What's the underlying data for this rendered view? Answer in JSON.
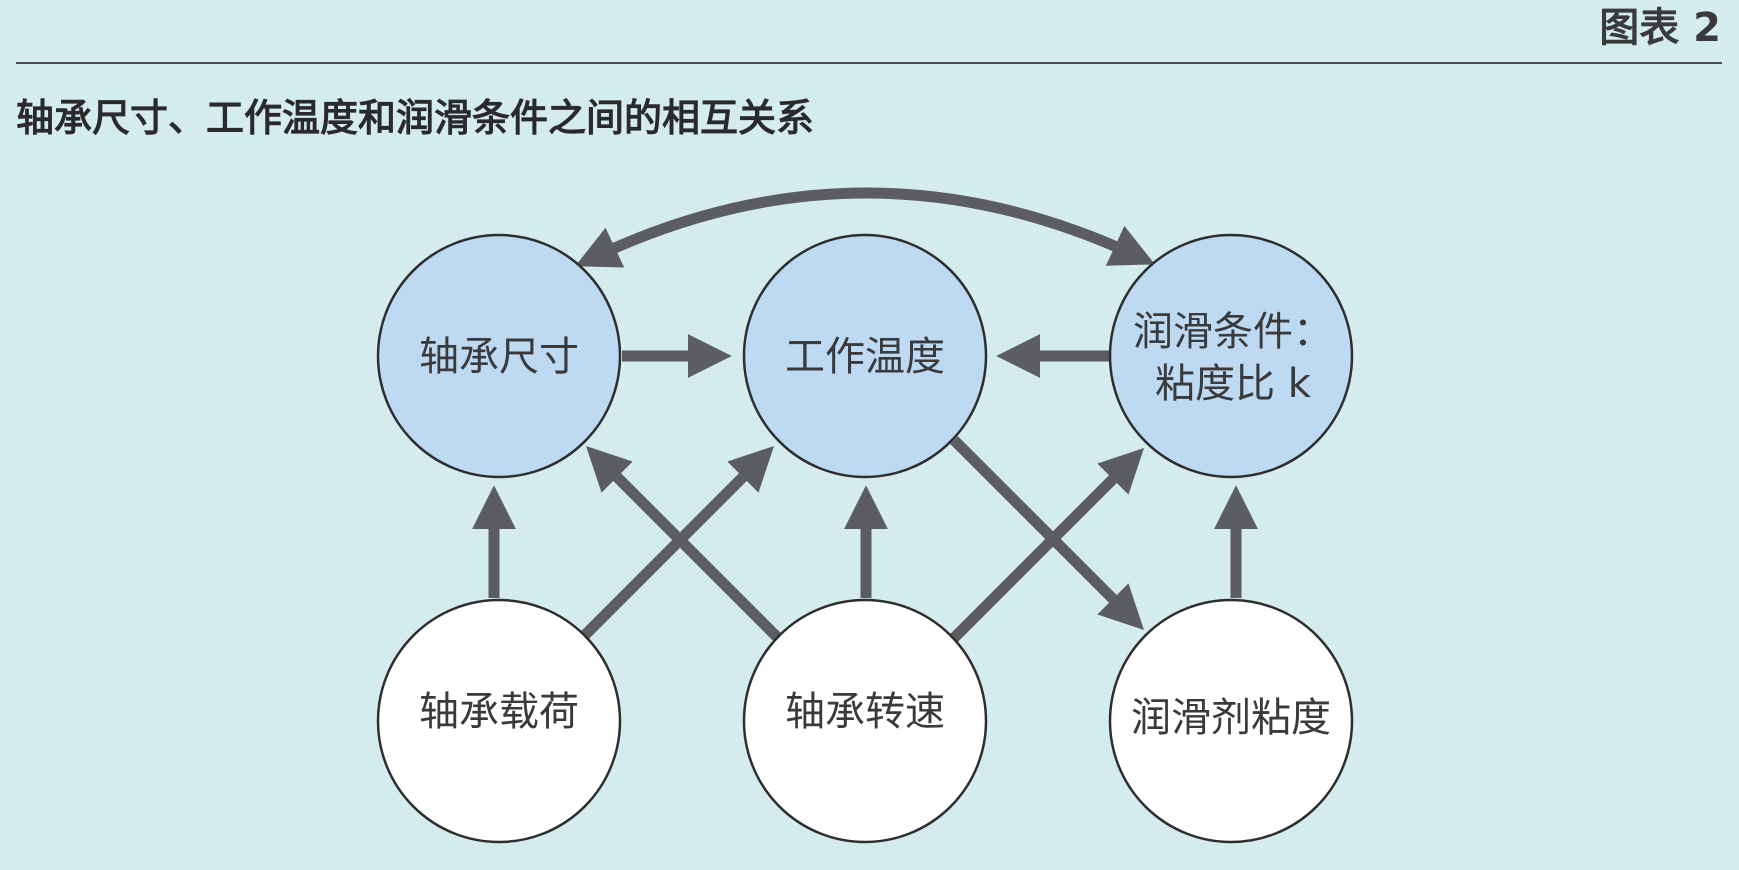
{
  "header": {
    "figure_label": "图表 2"
  },
  "title": "轴承尺寸、工作温度和润滑条件之间的相互关系",
  "nodes": {
    "bearing_size": {
      "label": "轴承尺寸",
      "fill": "#bddaf2"
    },
    "operating_temp": {
      "label": "工作温度",
      "fill": "#bddaf2"
    },
    "lubrication": {
      "label_line1": "润滑条件：",
      "label_line2": "粘度比 k",
      "fill": "#bddaf2"
    },
    "bearing_load": {
      "label": "轴承载荷",
      "fill": "#ffffff"
    },
    "bearing_speed": {
      "label": "轴承转速",
      "fill": "#ffffff"
    },
    "lube_viscosity": {
      "label": "润滑剂粘度",
      "fill": "#ffffff"
    }
  },
  "edges": [
    {
      "from": "bearing_size",
      "to": "lubrication",
      "bidirectional": true
    },
    {
      "from": "bearing_size",
      "to": "operating_temp"
    },
    {
      "from": "lubrication",
      "to": "operating_temp"
    },
    {
      "from": "bearing_load",
      "to": "bearing_size"
    },
    {
      "from": "bearing_load",
      "to": "operating_temp"
    },
    {
      "from": "bearing_speed",
      "to": "bearing_size"
    },
    {
      "from": "bearing_speed",
      "to": "operating_temp"
    },
    {
      "from": "bearing_speed",
      "to": "lubrication"
    },
    {
      "from": "operating_temp",
      "to": "lube_viscosity"
    },
    {
      "from": "lube_viscosity",
      "to": "lubrication"
    }
  ],
  "colors": {
    "background": "#d5ecee",
    "arrow": "#5c5d61",
    "node_stroke": "#2e2e30",
    "text": "#3a3a3c"
  }
}
